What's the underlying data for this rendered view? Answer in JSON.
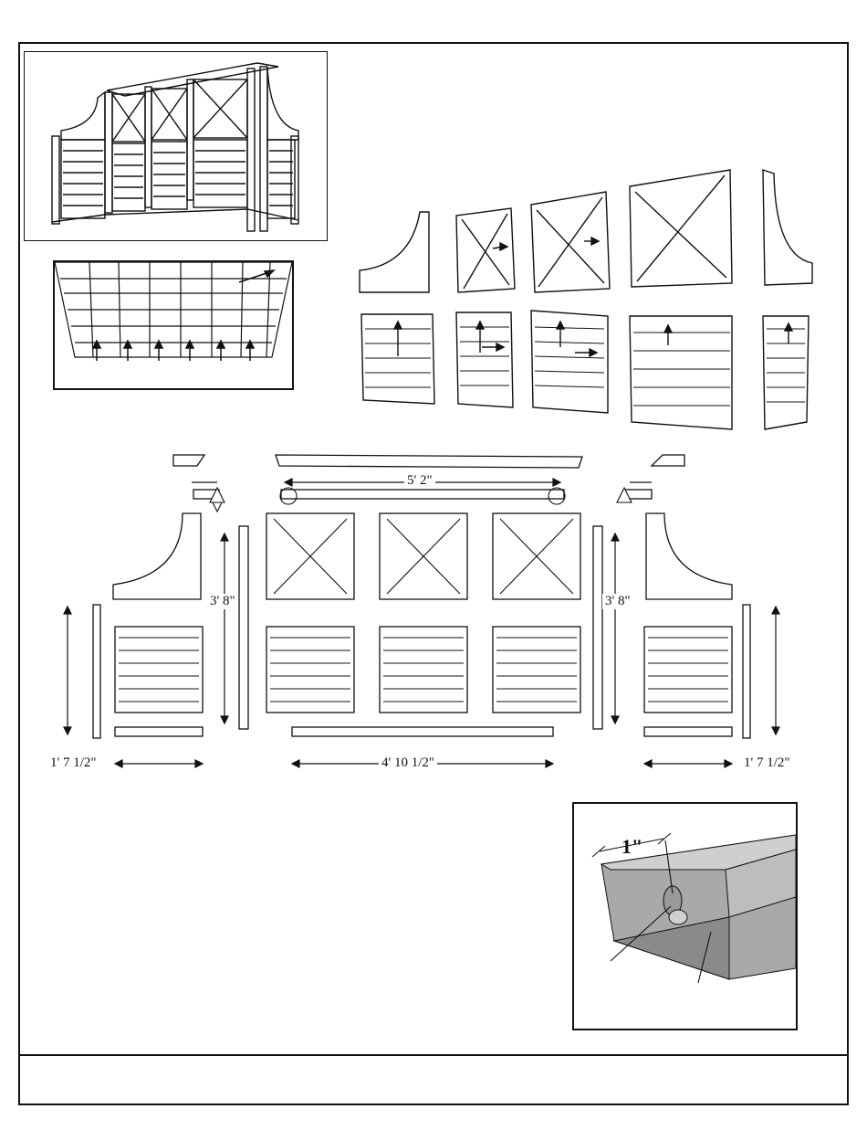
{
  "dimensions": {
    "top_span": "5' 2\"",
    "panel_height_left": "3' 8\"",
    "panel_height_right": "3' 8\"",
    "bottom_span": "4' 10 1/2\"",
    "side_width_left": "1' 7 1/2\"",
    "side_width_right": "1' 7 1/2\"",
    "dowel_spacing": "1\""
  },
  "colors": {
    "line": "#111111",
    "panel_fill": "#ffffff",
    "shade_light": "#cfcfcf",
    "shade_mid": "#a9a9a9",
    "shade_dark": "#8a8a8a"
  }
}
